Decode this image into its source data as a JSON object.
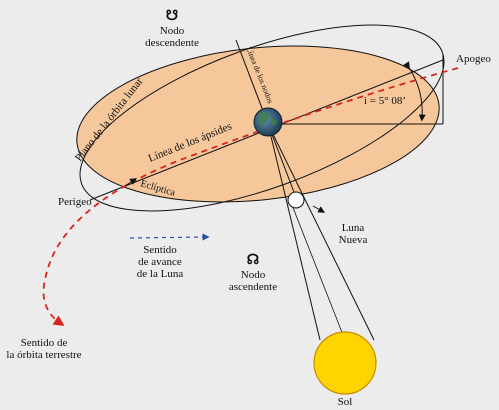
{
  "diagram": {
    "labels": {
      "nodo_descendente_symbol": "☋",
      "nodo_descendente_line1": "Nodo",
      "nodo_descendente_line2": "descendente",
      "linea_de_los_nodos": "Línea de los nodos",
      "plano_orbita_lunar": "Plano de la órbita lunar",
      "apogeo": "Apogeo",
      "inclinacion": "i = 5° 08’",
      "linea_de_los_apsides": "Línea de los ápsides",
      "perigeo": "Perigeo",
      "ecliptica": "Eclíptica",
      "sentido_avance_line1": "Sentido",
      "sentido_avance_line2": "de avance",
      "sentido_avance_line3": "de la Luna",
      "nodo_ascendente_symbol": "☊",
      "nodo_ascendente_line1": "Nodo",
      "nodo_ascendente_line2": "ascendente",
      "luna_nueva_line1": "Luna",
      "luna_nueva_line2": "Nueva",
      "sentido_orbita_terrestre_line1": "Sentido de",
      "sentido_orbita_terrestre_line2": "la órbita terrestre",
      "sol": "Sol"
    },
    "colors": {
      "background": "#ececec",
      "orbit_plane_fill": "#f6c79b",
      "earth_orbit_dash": "#d8221c",
      "moon_motion_dash": "#2a4fa8",
      "sun_fill": "#ffd400",
      "sun_stroke": "#c88a00",
      "line": "#111111"
    }
  }
}
